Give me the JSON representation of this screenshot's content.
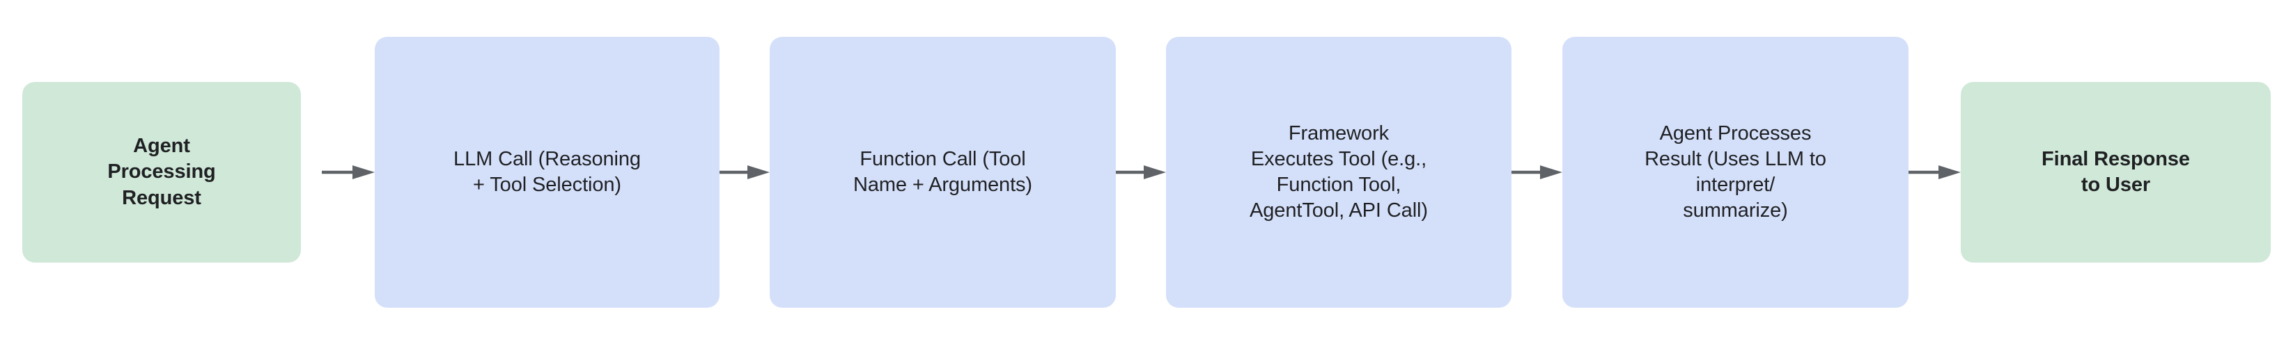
{
  "diagram": {
    "type": "flowchart",
    "orientation": "left-to-right",
    "background_color": "#ffffff",
    "colors": {
      "terminal_fill": "#cfe8d8",
      "process_fill": "#d4e0fa",
      "text": "#1f2023",
      "arrow": "#5f6368"
    },
    "nodes": [
      {
        "id": "agent-processing-request",
        "label": "Agent\nProcessing\nRequest",
        "kind": "terminal",
        "fill": "#cfe8d8"
      },
      {
        "id": "llm-call",
        "label": "LLM Call (Reasoning\n+ Tool Selection)",
        "kind": "process",
        "fill": "#d4e0fa"
      },
      {
        "id": "function-call",
        "label": "Function Call (Tool\nName + Arguments)",
        "kind": "process",
        "fill": "#d4e0fa"
      },
      {
        "id": "framework-executes-tool",
        "label": "Framework\nExecutes Tool (e.g.,\nFunction Tool,\nAgentTool, API Call)",
        "kind": "process",
        "fill": "#d4e0fa"
      },
      {
        "id": "agent-processes-result",
        "label": "Agent Processes\nResult (Uses LLM to\ninterpret/\nsummarize)",
        "kind": "process",
        "fill": "#d4e0fa"
      },
      {
        "id": "final-response-to-user",
        "label": "Final Response\nto User",
        "kind": "terminal",
        "fill": "#cfe8d8"
      }
    ],
    "edges": [
      {
        "id": "edge-0",
        "from": "agent-processing-request",
        "to": "llm-call",
        "label": ""
      },
      {
        "id": "edge-1",
        "from": "llm-call",
        "to": "function-call",
        "label": ""
      },
      {
        "id": "edge-2",
        "from": "function-call",
        "to": "framework-executes-tool",
        "label": ""
      },
      {
        "id": "edge-3",
        "from": "framework-executes-tool",
        "to": "agent-processes-result",
        "label": ""
      },
      {
        "id": "edge-4",
        "from": "agent-processes-result",
        "to": "final-response-to-user",
        "label": ""
      }
    ]
  }
}
